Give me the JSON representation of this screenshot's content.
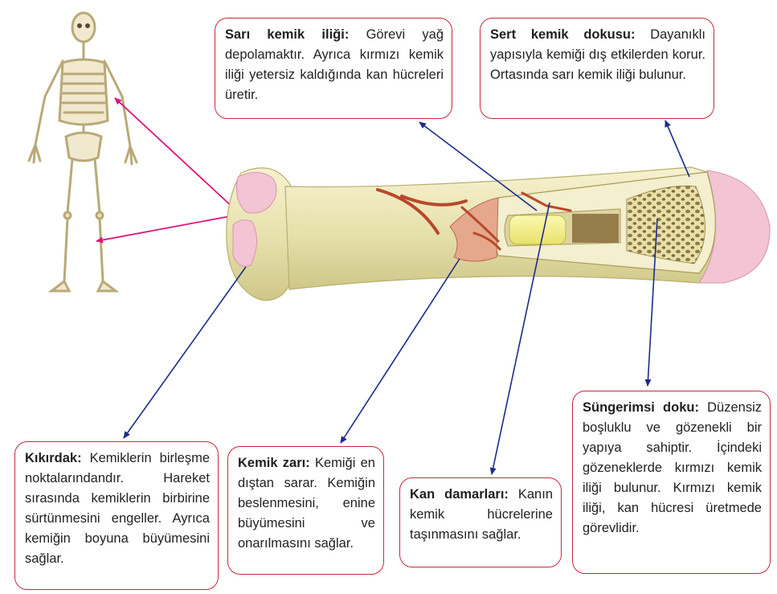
{
  "callouts": {
    "sari_kemik_iligi": {
      "title": "Sarı kemik iliği:",
      "text": " Görevi yağ depolamaktır. Ayrıca kırmızı kemik iliği yetersiz kaldığında kan hücreleri üretir."
    },
    "sert_kemik_dokusu": {
      "title": "Sert kemik dokusu:",
      "text": " Dayanıklı yapısıyla kemiği dış etkilerden korur. Ortasında sarı kemik iliği bulunur."
    },
    "kikirdak": {
      "title": "Kıkırdak:",
      "text": " Kemiklerin birleşme noktalarındandır. Hareket sırasında kemiklerin birbirine sürtünmesini engeller. Ayrıca kemiğin boyuna büyümesini sağlar."
    },
    "kemik_zari": {
      "title": "Kemik zarı:",
      "text": " Kemiği en dıştan sarar. Kemiğin beslenmesini, enine büyümesini ve onarılmasını sağlar."
    },
    "kan_damarlari": {
      "title": "Kan damarları:",
      "text": " Kanın kemik hücrelerine taşınmasını sağlar."
    },
    "sungerimsi_doku": {
      "title": "Süngerimsi doku:",
      "text": " Düzensiz boşluklu ve gözenekli bir yapıya sahiptir. İçindeki gözeneklerde kırmızı kemik iliği bulunur. Kırmızı kemik iliği, kan hücresi üretmede görevlidir."
    }
  },
  "colors": {
    "callout_border": "#c8283c",
    "pointer_arrow": "#1e2a8c",
    "skeleton_arrow": "#e0157a",
    "bone": "#ece7b8",
    "cartilage": "#f2c4d4",
    "yellow_marrow": "#f4f08a",
    "blood_vessel": "#b8482a"
  }
}
